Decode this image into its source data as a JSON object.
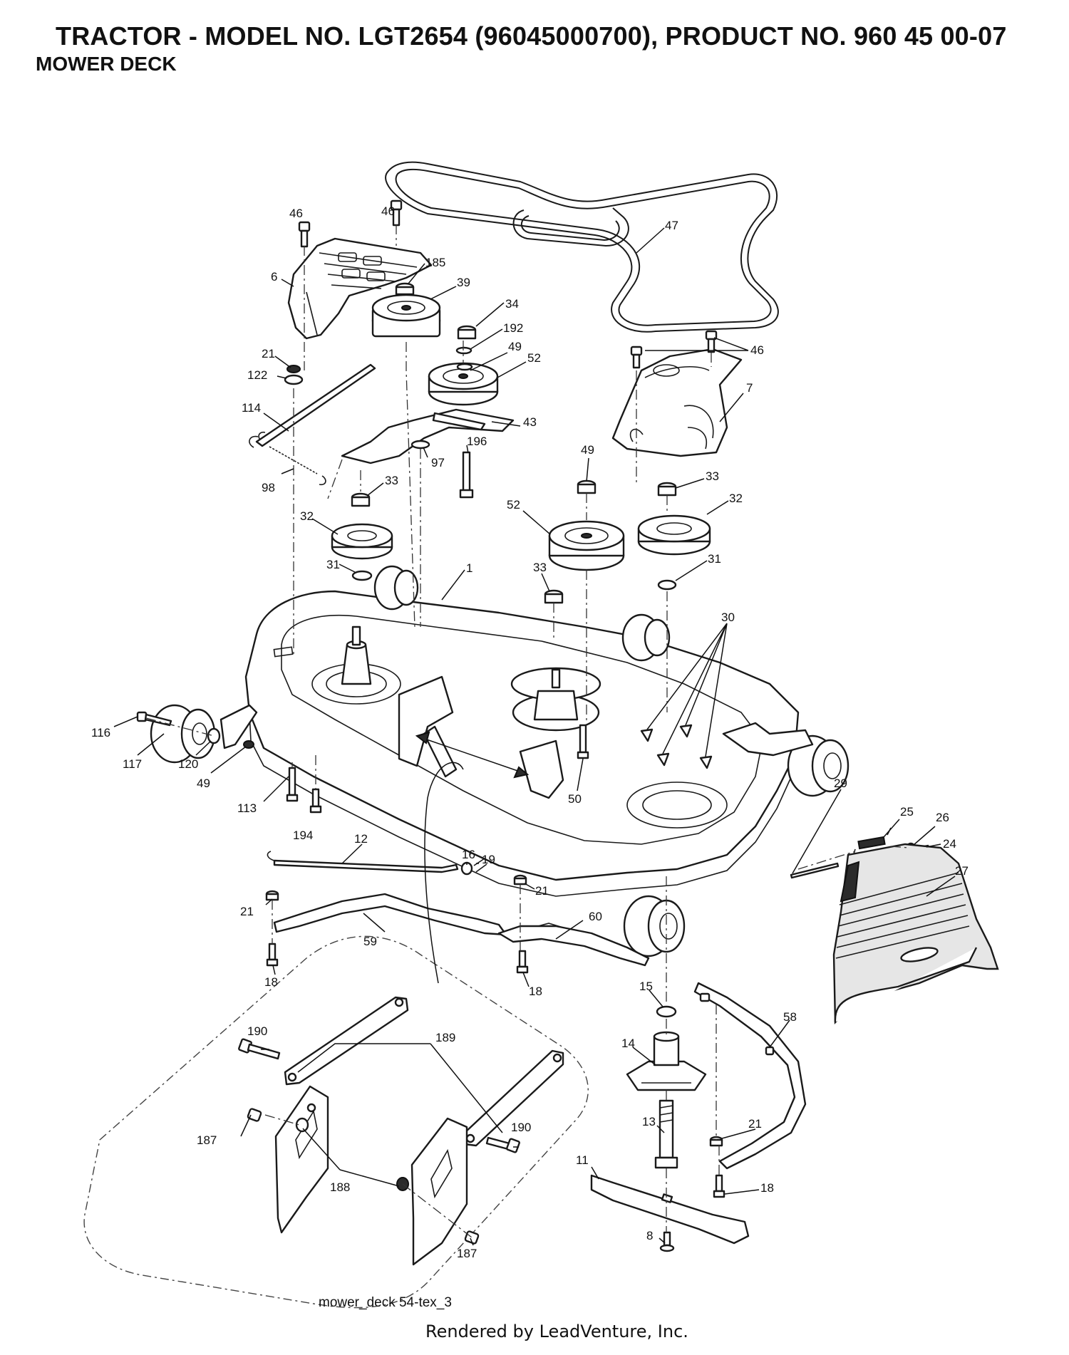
{
  "header": {
    "title": "TRACTOR - MODEL NO. LGT2654 (96045000700), PRODUCT NO. 960 45 00-07",
    "subtitle": "MOWER DECK"
  },
  "footer": {
    "filename": "mower_deck 54-tex_3",
    "rendered_by": "Rendered by LeadVenture, Inc."
  },
  "callouts": [
    {
      "id": "c46a",
      "label": "46"
    },
    {
      "id": "c46b",
      "label": "46"
    },
    {
      "id": "c47",
      "label": "47"
    },
    {
      "id": "c185",
      "label": "185"
    },
    {
      "id": "c6",
      "label": "6"
    },
    {
      "id": "c39",
      "label": "39"
    },
    {
      "id": "c34",
      "label": "34"
    },
    {
      "id": "c192",
      "label": "192"
    },
    {
      "id": "c49a",
      "label": "49"
    },
    {
      "id": "c52a",
      "label": "52"
    },
    {
      "id": "c21a",
      "label": "21"
    },
    {
      "id": "c122",
      "label": "122"
    },
    {
      "id": "c46c",
      "label": "46"
    },
    {
      "id": "c7",
      "label": "7"
    },
    {
      "id": "c114",
      "label": "114"
    },
    {
      "id": "c43",
      "label": "43"
    },
    {
      "id": "c196",
      "label": "196"
    },
    {
      "id": "c97",
      "label": "97"
    },
    {
      "id": "c98",
      "label": "98"
    },
    {
      "id": "c49b",
      "label": "49"
    },
    {
      "id": "c33a",
      "label": "33"
    },
    {
      "id": "c33b",
      "label": "33"
    },
    {
      "id": "c32a",
      "label": "32"
    },
    {
      "id": "c52b",
      "label": "52"
    },
    {
      "id": "c32b",
      "label": "32"
    },
    {
      "id": "c31a",
      "label": "31"
    },
    {
      "id": "c1",
      "label": "1"
    },
    {
      "id": "c33c",
      "label": "33"
    },
    {
      "id": "c31b",
      "label": "31"
    },
    {
      "id": "c30",
      "label": "30"
    },
    {
      "id": "c116",
      "label": "116"
    },
    {
      "id": "c117",
      "label": "117"
    },
    {
      "id": "c120",
      "label": "120"
    },
    {
      "id": "c49c",
      "label": "49"
    },
    {
      "id": "c113",
      "label": "113"
    },
    {
      "id": "c50",
      "label": "50"
    },
    {
      "id": "c29",
      "label": "29"
    },
    {
      "id": "c194",
      "label": "194"
    },
    {
      "id": "c25",
      "label": "25"
    },
    {
      "id": "c26",
      "label": "26"
    },
    {
      "id": "c24",
      "label": "24"
    },
    {
      "id": "c12",
      "label": "12"
    },
    {
      "id": "c16",
      "label": "16"
    },
    {
      "id": "c19",
      "label": "19"
    },
    {
      "id": "c27",
      "label": "27"
    },
    {
      "id": "c21b",
      "label": "21"
    },
    {
      "id": "c21c",
      "label": "21"
    },
    {
      "id": "c60",
      "label": "60"
    },
    {
      "id": "c59",
      "label": "59"
    },
    {
      "id": "c18a",
      "label": "18"
    },
    {
      "id": "c18b",
      "label": "18"
    },
    {
      "id": "c15",
      "label": "15"
    },
    {
      "id": "c58",
      "label": "58"
    },
    {
      "id": "c190a",
      "label": "190"
    },
    {
      "id": "c189",
      "label": "189"
    },
    {
      "id": "c14",
      "label": "14"
    },
    {
      "id": "c187a",
      "label": "187"
    },
    {
      "id": "c190b",
      "label": "190"
    },
    {
      "id": "c21d",
      "label": "21"
    },
    {
      "id": "c13",
      "label": "13"
    },
    {
      "id": "c11",
      "label": "11"
    },
    {
      "id": "c188",
      "label": "188"
    },
    {
      "id": "c18c",
      "label": "18"
    },
    {
      "id": "c187b",
      "label": "187"
    },
    {
      "id": "c8",
      "label": "8"
    }
  ]
}
